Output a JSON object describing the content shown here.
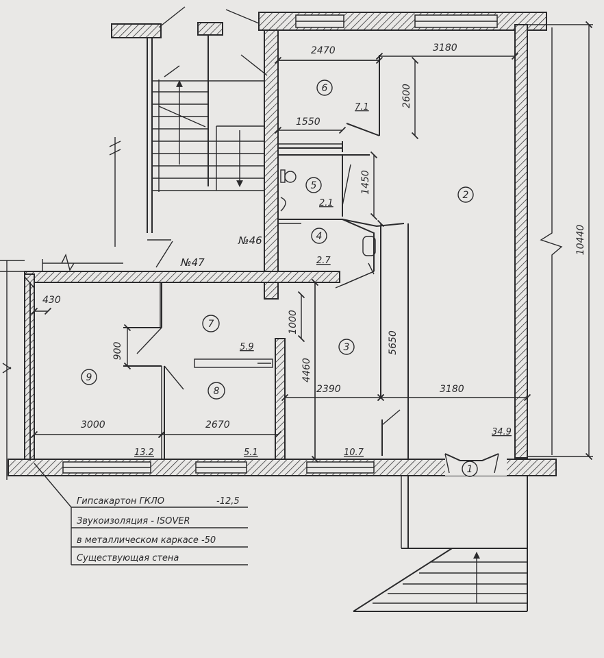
{
  "plan": {
    "apartments": [
      "№46",
      "№47"
    ],
    "rooms": [
      {
        "number": "1"
      },
      {
        "number": "2"
      },
      {
        "number": "3"
      },
      {
        "number": "4"
      },
      {
        "number": "5"
      },
      {
        "number": "6"
      },
      {
        "number": "7"
      },
      {
        "number": "8"
      },
      {
        "number": "9"
      }
    ],
    "areas": [
      "7.1",
      "2.1",
      "2.7",
      "5.9",
      "13.2",
      "5.1",
      "10.7",
      "34.9"
    ],
    "dimensions": {
      "d2470": "2470",
      "d3180_top": "3180",
      "d2600": "2600",
      "d1550": "1550",
      "d1450": "1450",
      "d10440": "10440",
      "d430": "430",
      "d1000": "1000",
      "d900": "900",
      "d4460": "4460",
      "d5650": "5650",
      "d2390": "2390",
      "d3180_mid": "3180",
      "d3000": "3000",
      "d2670": "2670"
    },
    "legend": [
      "Гипсакартон ГКЛО",
      "Звукоизоляция - ISOVER",
      "в металлическом каркасе -50",
      "Существующая стена"
    ],
    "legend_value": "-12,5"
  }
}
